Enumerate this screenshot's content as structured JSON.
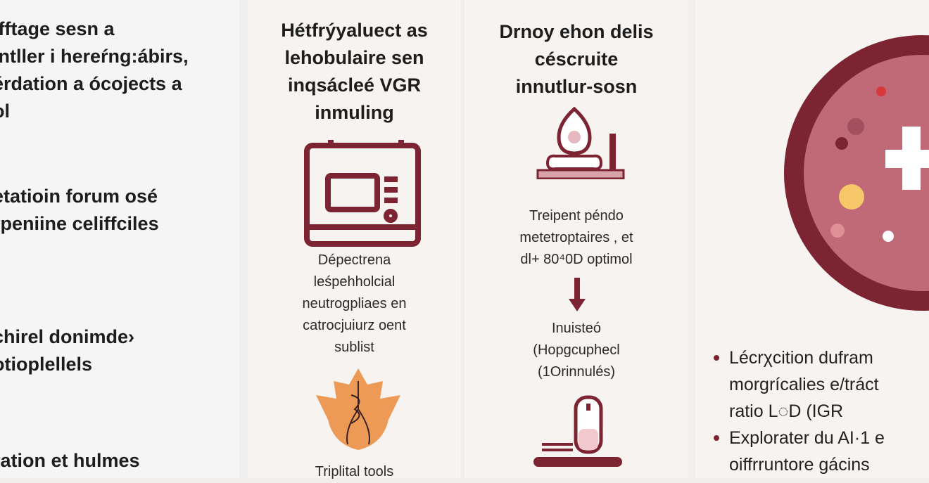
{
  "colors": {
    "accent": "#7d2433",
    "orange": "#ec9a55",
    "circle_fill": "#c06a78"
  },
  "col1": {
    "blocks": [
      [
        "ifftage sesn a",
        "intller i hereŕng:ábirs,",
        "érdation a ócojects a",
        "ol"
      ],
      [
        "etatioin forum osé",
        "rpeniine celiffciles"
      ],
      [
        "chirel donimde›",
        "otioplellels"
      ],
      [
        "ration et hulmes"
      ]
    ]
  },
  "col2": {
    "title": [
      "Hétfrýyaluect as",
      "lehobulaire sen",
      "inqsácleé VGR",
      "inmuling"
    ],
    "icon1": "device-icon",
    "desc": [
      "Dépectrena",
      "leśpehholcial",
      "neutrogpliaes en",
      "catrocjuiurz oent",
      "sublist"
    ],
    "icon2": "flame-icon",
    "caption": "Triplital tools"
  },
  "col3": {
    "title": [
      "Drnoy ehon delis",
      "céscruite",
      "innutlur-sosn"
    ],
    "icon1": "microscope-icon",
    "desc": [
      "Treipent péndo",
      "metetroptaires , et",
      "dl+ 80⁴0D optimol"
    ],
    "arrow": "arrow-down-icon",
    "desc2": [
      "Inuisteó",
      "(Hopgcuphecl",
      "(1Orinnulés)"
    ],
    "icon2": "computer-icon"
  },
  "col4": {
    "icon": "cell-circle-icon",
    "bullets": [
      "Lécrχcition dufram",
      "morgrícalies e/tráct",
      "ratio L◌D (IGR",
      "Explorater du AI·1 e",
      "oiffrruntore gácins"
    ]
  }
}
